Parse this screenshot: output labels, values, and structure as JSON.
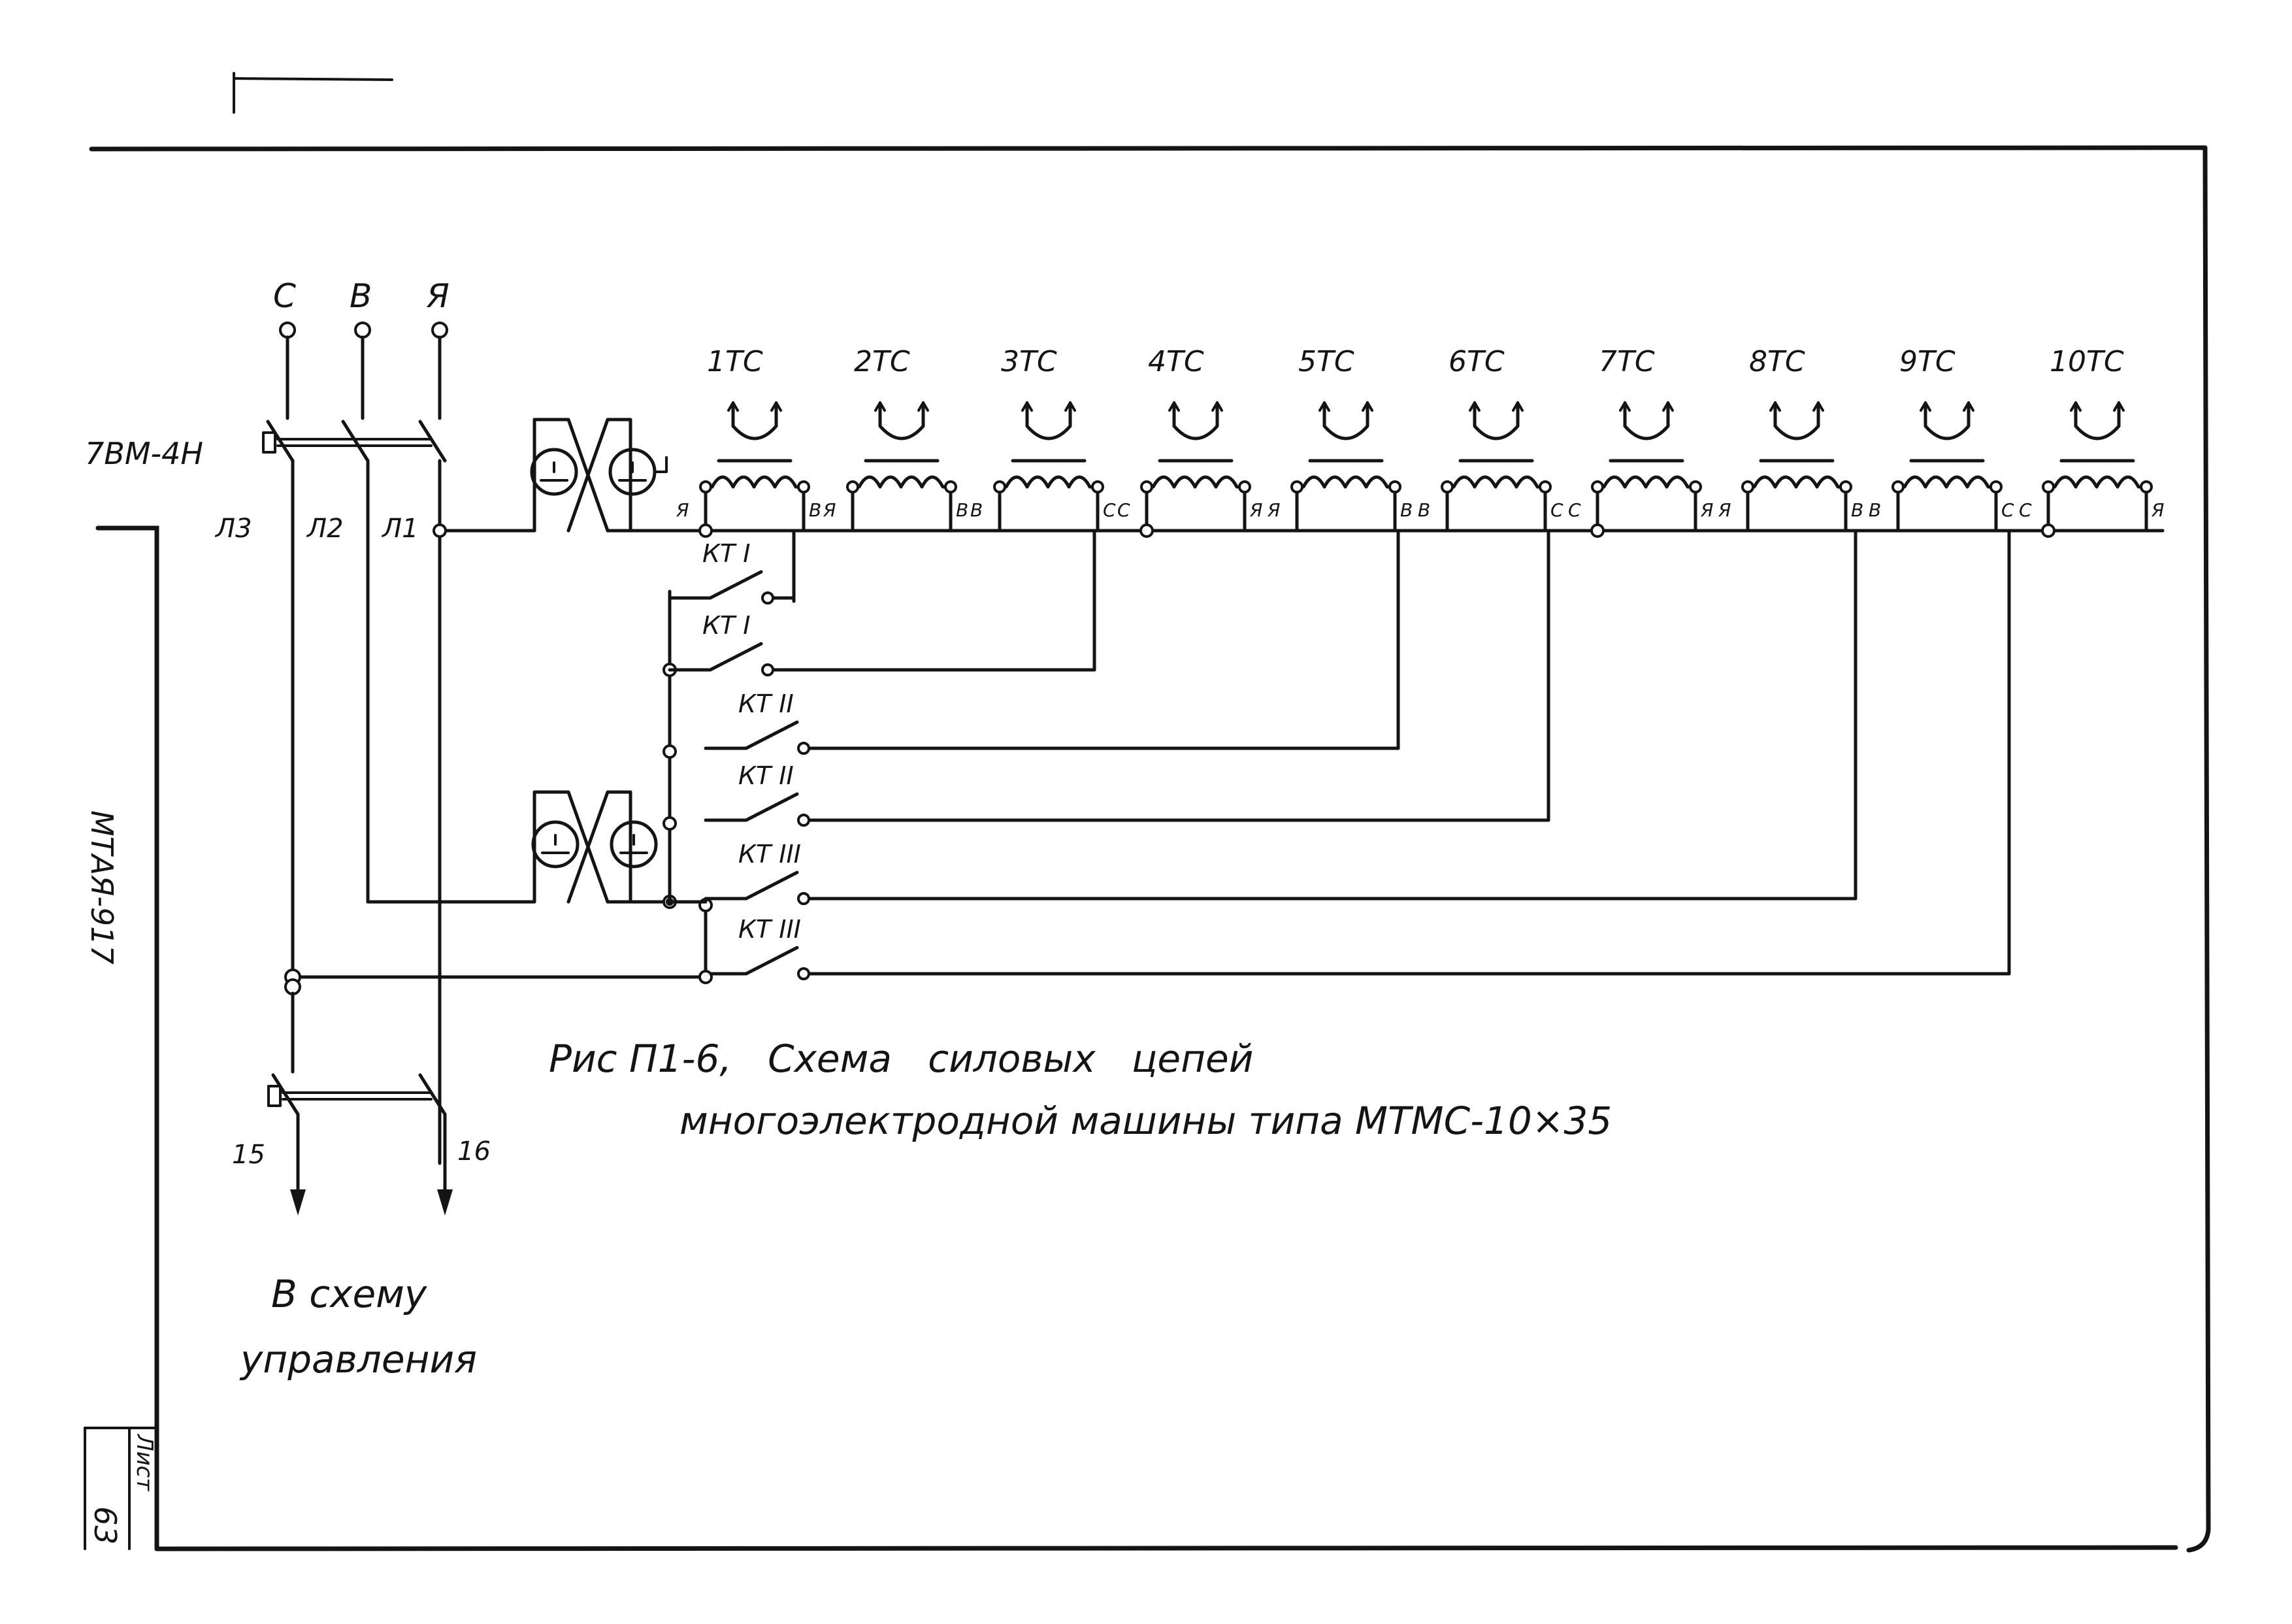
{
  "breaker_top": "7ВМ-4Н",
  "phases": [
    "С",
    "В",
    "Я"
  ],
  "lines": [
    "Л3",
    "Л2",
    "Л1"
  ],
  "transformers": [
    {
      "label": "1ТС",
      "left": "Я",
      "right": "В"
    },
    {
      "label": "2ТС",
      "left": "Я",
      "right": "В"
    },
    {
      "label": "3ТС",
      "left": "В",
      "right": "С"
    },
    {
      "label": "4ТС",
      "left": "С",
      "right": "Я"
    },
    {
      "label": "5ТС",
      "left": "Я",
      "right": "В"
    },
    {
      "label": "6ТС",
      "left": "В",
      "right": "С"
    },
    {
      "label": "7ТС",
      "left": "С",
      "right": "Я"
    },
    {
      "label": "8ТС",
      "left": "Я",
      "right": "В"
    },
    {
      "label": "9ТС",
      "left": "В",
      "right": "С"
    },
    {
      "label": "10ТС",
      "left": "С",
      "right": "Я"
    }
  ],
  "contactors": [
    "КТ I",
    "КТ I",
    "КТ II",
    "КТ II",
    "КТ III",
    "КТ III"
  ],
  "outputs": [
    "15",
    "16"
  ],
  "caption": {
    "line1": "Рис П1-6,   Схема   силовых   цепей",
    "line2": "многоэлектродной машины типа МТМС-10×35"
  },
  "bottom_note": [
    "В схему",
    "управления"
  ],
  "side_code": "МТАЯ-917",
  "sheet_label": "Лист",
  "sheet_number": "63"
}
